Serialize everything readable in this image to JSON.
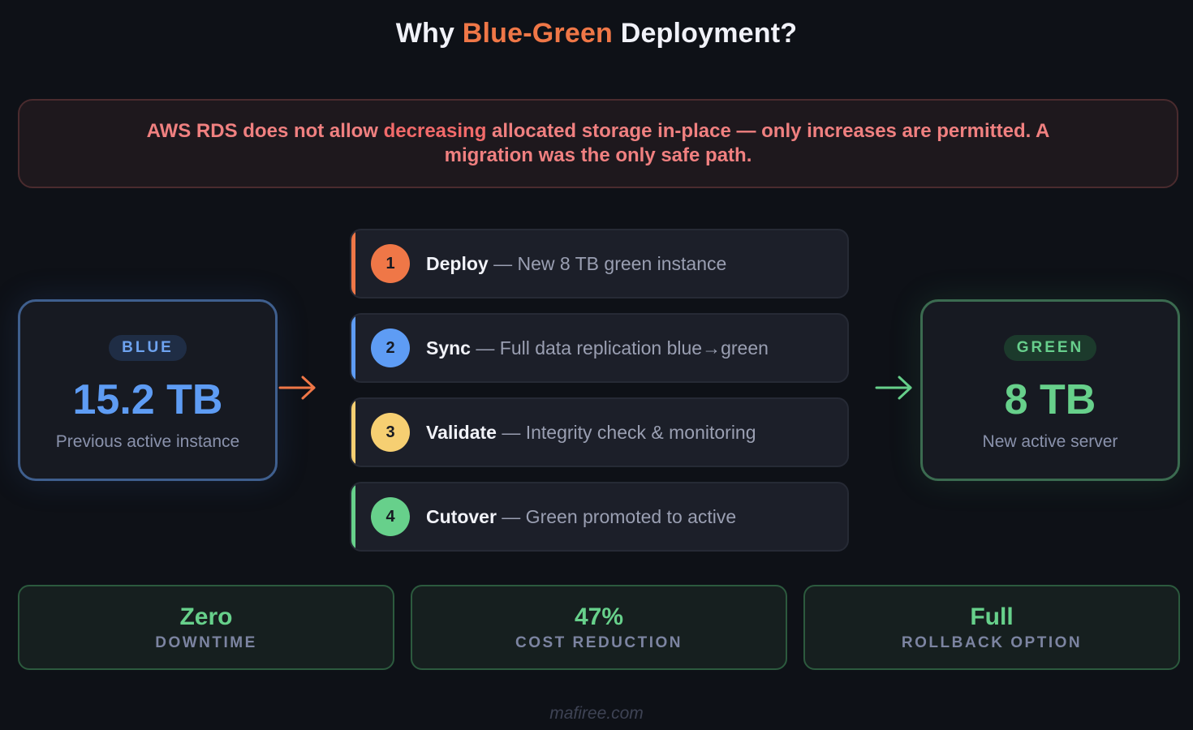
{
  "title": {
    "prefix": "Why",
    "accent": "Blue-Green",
    "suffix": "Deployment?",
    "accent_color": "#ef7747"
  },
  "warning": {
    "part1": "AWS RDS does not allow",
    "emphasis": "decreasing",
    "part2": "allocated storage in-place — only increases are permitted. A migration was the only safe path."
  },
  "blue_instance": {
    "badge": "BLUE",
    "size": "15.2 TB",
    "caption": "Previous active instance",
    "color": "#5e9cf4"
  },
  "green_instance": {
    "badge": "GREEN",
    "size": "8 TB",
    "caption": "New active server",
    "color": "#67d08b"
  },
  "arrows": {
    "left_icon": "arrow-right-icon",
    "left_color": "#ef7747",
    "right_icon": "arrow-right-icon",
    "right_color": "#67d08b"
  },
  "steps": [
    {
      "number": "1",
      "label": "Deploy",
      "description": "— New 8 TB green instance",
      "color": "#ef7747"
    },
    {
      "number": "2",
      "label": "Sync",
      "description": "— Full data replication blue→green",
      "color": "#5e9cf4"
    },
    {
      "number": "3",
      "label": "Validate",
      "description": "— Integrity check & monitoring",
      "color": "#f6cf72"
    },
    {
      "number": "4",
      "label": "Cutover",
      "description": "— Green promoted to active",
      "color": "#67d08b"
    }
  ],
  "stats": [
    {
      "value": "Zero",
      "label": "DOWNTIME"
    },
    {
      "value": "47%",
      "label": "COST REDUCTION"
    },
    {
      "value": "Full",
      "label": "ROLLBACK OPTION"
    }
  ],
  "footer": "mafiree.com"
}
